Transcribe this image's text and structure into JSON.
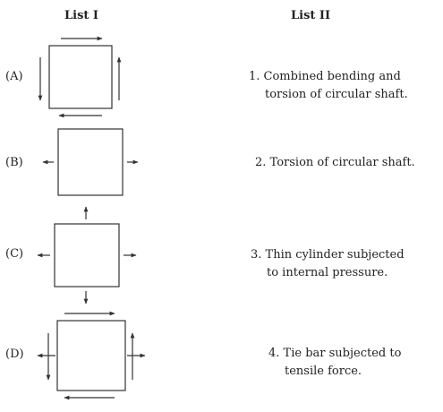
{
  "headers": {
    "list1": "List I",
    "list2": "List II"
  },
  "list1": [
    {
      "label": "(A)"
    },
    {
      "label": "(B)"
    },
    {
      "label": "(C)"
    },
    {
      "label": "(D)"
    }
  ],
  "list2": [
    {
      "line1": "1. Combined bending and",
      "line2": "torsion of circular shaft."
    },
    {
      "line1": "2. Torsion of circular shaft.",
      "line2": ""
    },
    {
      "line1": "3. Thin cylinder subjected",
      "line2": "to internal pressure."
    },
    {
      "line1": "4. Tie bar subjected to",
      "line2": "tensile force."
    }
  ],
  "stress_states": [
    {
      "row": "A",
      "icon": "pure-shear-element",
      "shear_arrows": 4,
      "normal_arrows": 0
    },
    {
      "row": "B",
      "icon": "uniaxial-tension-element",
      "shear_arrows": 0,
      "normal_arrows": 2
    },
    {
      "row": "C",
      "icon": "biaxial-tension-element",
      "shear_arrows": 0,
      "normal_arrows": 4
    },
    {
      "row": "D",
      "icon": "tension-plus-shear-element",
      "shear_arrows": 4,
      "normal_arrows": 2
    }
  ]
}
